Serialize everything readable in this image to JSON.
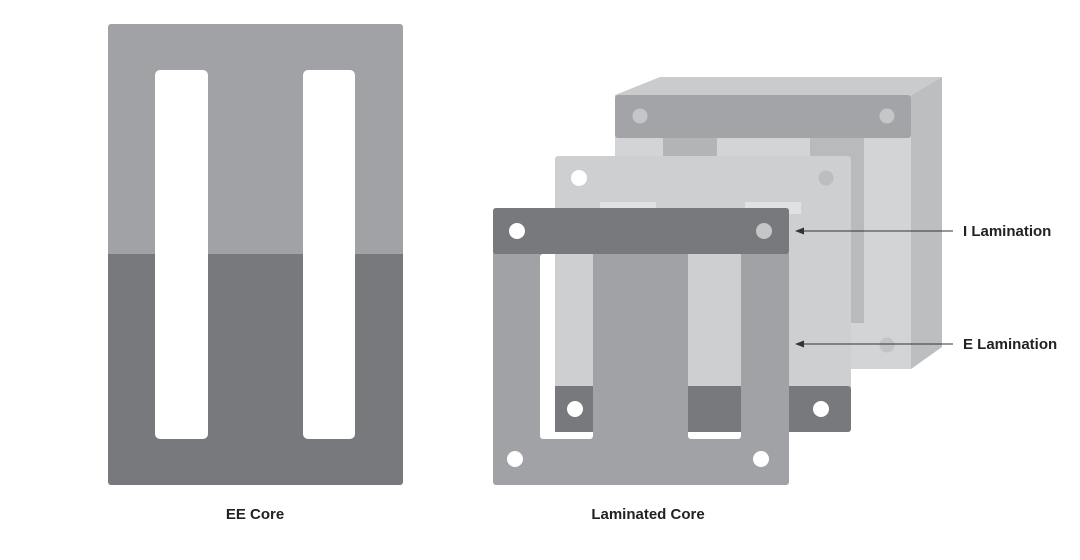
{
  "labels": {
    "ee_core": "EE Core",
    "laminated_core": "Laminated Core",
    "i_lamination": "I Lamination",
    "e_lamination": "E Lamination"
  },
  "colors": {
    "light_gray": "#a0a2a5",
    "dark_gray": "#77797c",
    "pale_gray": "#ccced0",
    "back_block": "#c4c5c7",
    "window": "#ffffff",
    "arrow": "#333333"
  }
}
